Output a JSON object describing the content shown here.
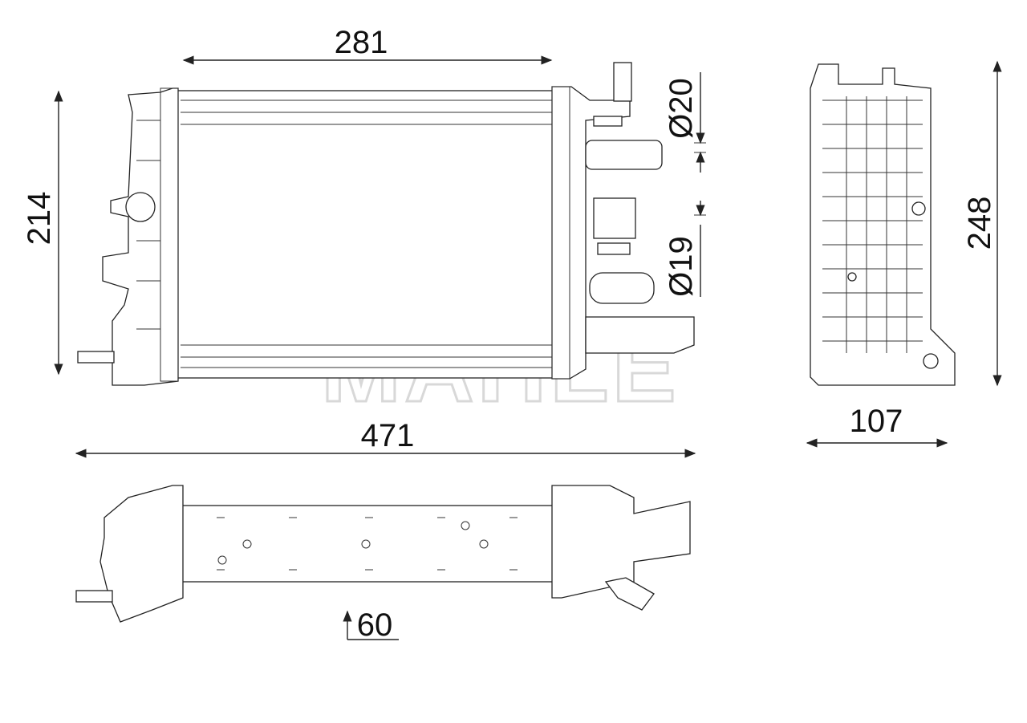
{
  "drawing": {
    "watermark": "MAHLE",
    "dimensions": {
      "core_width": "281",
      "core_height": "214",
      "pipe_diameter_upper": "Ø20",
      "pipe_diameter_lower": "Ø19",
      "side_height": "248",
      "side_depth": "107",
      "overall_width": "471",
      "depth_marker": "60"
    }
  }
}
